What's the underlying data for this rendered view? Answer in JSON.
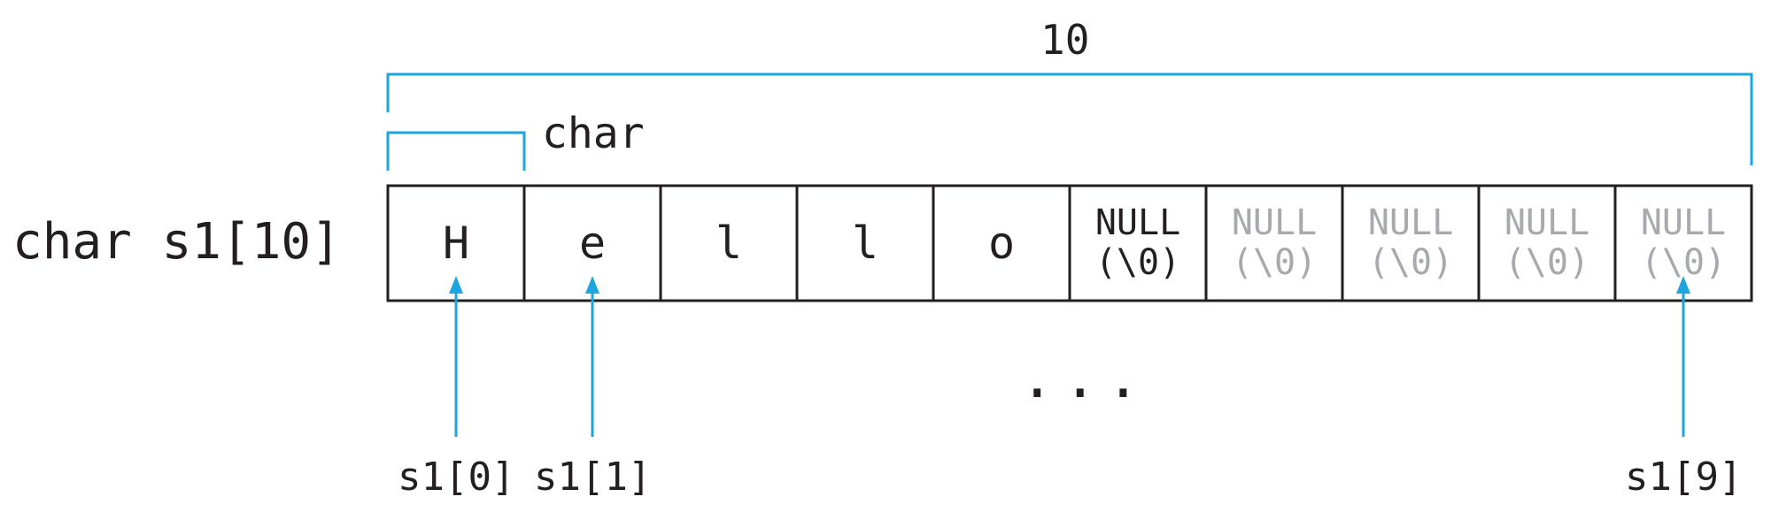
{
  "declaration": "char s1[10]",
  "total_size_label": "10",
  "element_size_label": "char",
  "ellipsis": "...",
  "colors": {
    "ink": "#231f20",
    "accent": "#1ba6df",
    "faded": "#a7a9ac"
  },
  "cells": [
    {
      "value": "H",
      "kind": "char",
      "faded": false
    },
    {
      "value": "e",
      "kind": "char",
      "faded": false
    },
    {
      "value": "l",
      "kind": "char",
      "faded": false
    },
    {
      "value": "l",
      "kind": "char",
      "faded": false
    },
    {
      "value": "o",
      "kind": "char",
      "faded": false
    },
    {
      "line1": "NULL",
      "line2": "(\\0)",
      "kind": "null",
      "faded": false
    },
    {
      "line1": "NULL",
      "line2": "(\\0)",
      "kind": "null",
      "faded": true
    },
    {
      "line1": "NULL",
      "line2": "(\\0)",
      "kind": "null",
      "faded": true
    },
    {
      "line1": "NULL",
      "line2": "(\\0)",
      "kind": "null",
      "faded": true
    },
    {
      "line1": "NULL",
      "line2": "(\\0)",
      "kind": "null",
      "faded": true
    }
  ],
  "pointers": [
    {
      "label": "s1[0]",
      "cell": 0
    },
    {
      "label": "s1[1]",
      "cell": 1
    },
    {
      "label": "s1[9]",
      "cell": 9
    }
  ]
}
